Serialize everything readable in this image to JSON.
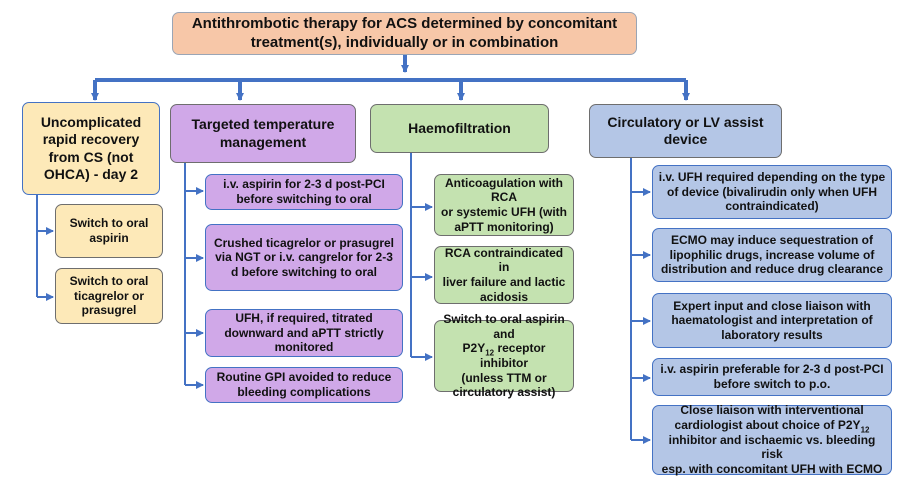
{
  "root": {
    "line1": "Antithrombotic therapy for ACS determined by concomitant",
    "line2": "treatment(s), individually or in combination"
  },
  "columns": [
    {
      "header": [
        "Uncomplicated",
        "rapid recovery",
        "from CS (not",
        "OHCA) - day 2"
      ],
      "children": [
        [
          "Switch to oral",
          "aspirin"
        ],
        [
          "Switch to oral",
          "ticagrelor or",
          "prasugrel"
        ]
      ]
    },
    {
      "header": [
        "Targeted temperature",
        "management"
      ],
      "children": [
        [
          "i.v. aspirin for 2-3 d post-PCI",
          "before switching to oral"
        ],
        [
          "Crushed ticagrelor or prasugrel",
          "via NGT or i.v. cangrelor for 2-3",
          "d before switching to oral"
        ],
        [
          "UFH, if required, titrated",
          "downward and aPTT strictly",
          "monitored"
        ],
        [
          "Routine GPI avoided to reduce",
          "bleeding complications"
        ]
      ]
    },
    {
      "header": [
        "Haemofiltration"
      ],
      "children": [
        [
          "Anticoagulation with RCA",
          "or systemic UFH (with",
          "aPTT monitoring)"
        ],
        [
          "RCA contraindicated in",
          "liver failure and lactic",
          "acidosis"
        ],
        {
          "line1": "Switch to oral aspirin and",
          "p2y_prefix": "P2Y",
          "p2y_sub": "12",
          "p2y_suffix": " receptor inhibitor",
          "line3": "(unless TTM or",
          "line4": "circulatory assist)"
        }
      ]
    },
    {
      "header": [
        "Circulatory or LV assist",
        "device"
      ],
      "children": [
        [
          "i.v. UFH required depending on the type",
          "of device (bivalirudin only when UFH",
          "contraindicated)"
        ],
        [
          "ECMO may induce sequestration of",
          "lipophilic drugs, increase volume of",
          "distribution and reduce drug clearance"
        ],
        [
          "Expert input and close liaison with",
          "haematologist and interpretation of",
          "laboratory results"
        ],
        [
          "i.v. aspirin preferable for 2-3 d post-PCI",
          "before switch to p.o."
        ],
        {
          "line1": "Close liaison with interventional",
          "line2_prefix": "cardiologist about choice of P2Y",
          "line2_sub": "12",
          "line3": "inhibitor and ischaemic vs. bleeding risk",
          "line4": "esp. with concomitant UFH with ECMO"
        }
      ]
    }
  ],
  "colors": {
    "root_fill": "#f7c7a8",
    "yellow_fill": "#fde9b8",
    "purple_fill": "#d0a8e8",
    "green_fill": "#c4e2b0",
    "blue_fill": "#b4c6e6",
    "connector": "#4472c4"
  }
}
